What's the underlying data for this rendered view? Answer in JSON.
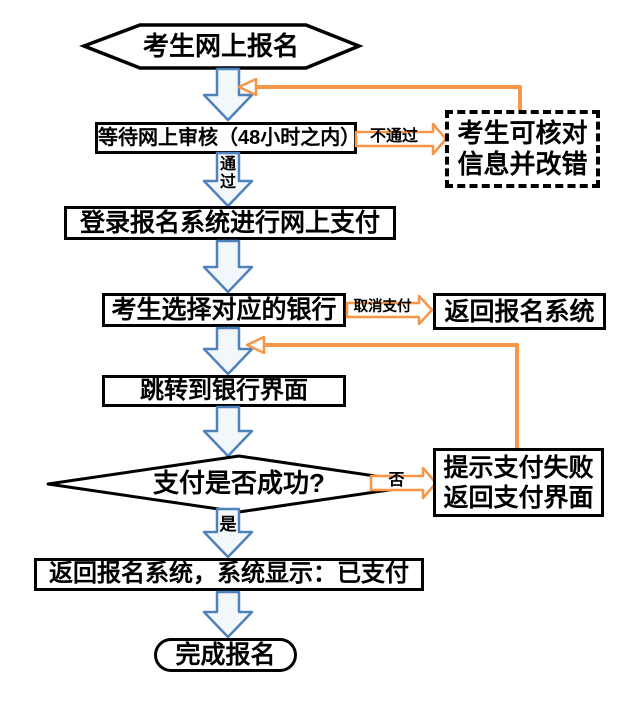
{
  "diagram_title": "online-registration-payment-flowchart",
  "colors": {
    "node_border": "#000000",
    "text": "#000000",
    "blue_arrow_stroke": "#4f81bd",
    "blue_arrow_fill": "#f2f7fb",
    "orange": "#f79646",
    "background": "#ffffff"
  },
  "nodes": {
    "start": "考生网上报名",
    "review": "等待网上审核（48小时之内）",
    "check_line1": "考生可核对",
    "check_line2": "信息并改错",
    "login": "登录报名系统进行网上支付",
    "select_bank": "考生选择对应的银行",
    "return_system": "返回报名系统",
    "jump_bank": "跳转到银行界面",
    "decision": "支付是否成功?",
    "fail_line1": "提示支付失败",
    "fail_line2": "返回支付界面",
    "paid": "返回报名系统，系统显示：已支付",
    "finish": "完成报名"
  },
  "labels": {
    "not_pass": "不通过",
    "pass": "通过",
    "cancel": "取消支付",
    "no": "否",
    "yes": "是"
  }
}
